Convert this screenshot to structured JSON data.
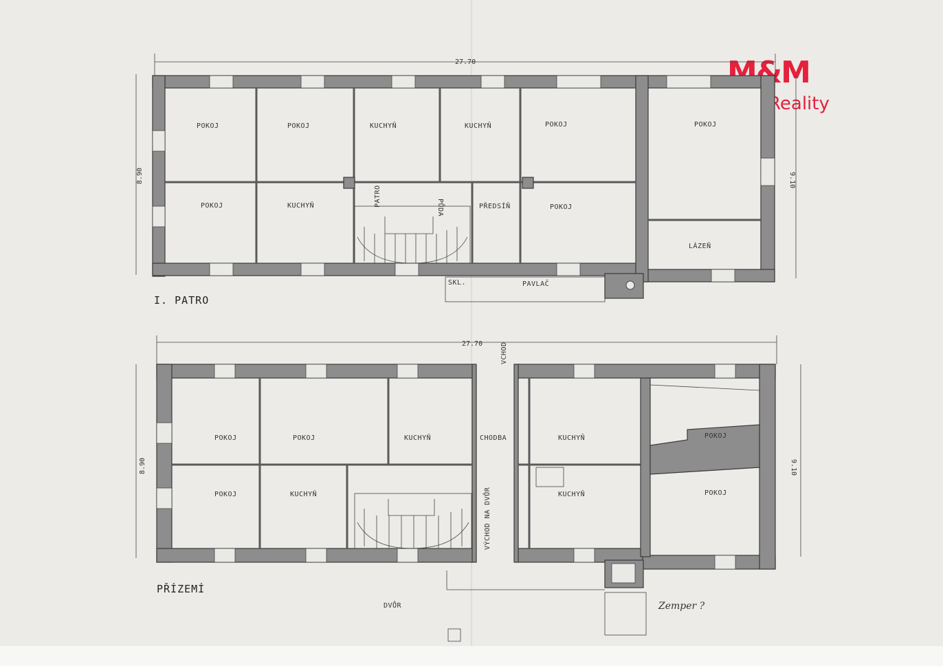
{
  "logo": {
    "brand": "M&M",
    "sub": "Reality",
    "color": "#e5213c"
  },
  "upper_floor": {
    "title": "I. PATRO",
    "dim_width": "27.70",
    "dim_left": "8.90",
    "dim_right": "9.10",
    "rooms": [
      "POKOJ",
      "POKOJ",
      "KUCHYŇ",
      "KUCHYŇ",
      "POKOJ",
      "POKOJ",
      "POKOJ",
      "KUCHYŇ",
      "PŘEDSÍŇ",
      "POKOJ",
      "LÁZEŇ"
    ],
    "stair_up": "PATRO",
    "stair_down": "PŮDA",
    "gallery": "PAVLAČ",
    "storage": "SKL."
  },
  "ground_floor": {
    "title": "PŘÍZEMÍ",
    "dim_width": "27.70",
    "dim_left": "8.90",
    "dim_right": "9.10",
    "entrance": "VCHOD",
    "rooms": [
      "POKOJ",
      "POKOJ",
      "KUCHYŇ",
      "CHODBA",
      "KUCHYŇ",
      "POKOJ",
      "POKOJ",
      "KUCHYŇ",
      "KUCHYŇ",
      "POKOJ"
    ],
    "yard_exit": "VÝCHOD NA DVŮR",
    "yard": "DVŮR",
    "signature": "Zemper ?"
  }
}
